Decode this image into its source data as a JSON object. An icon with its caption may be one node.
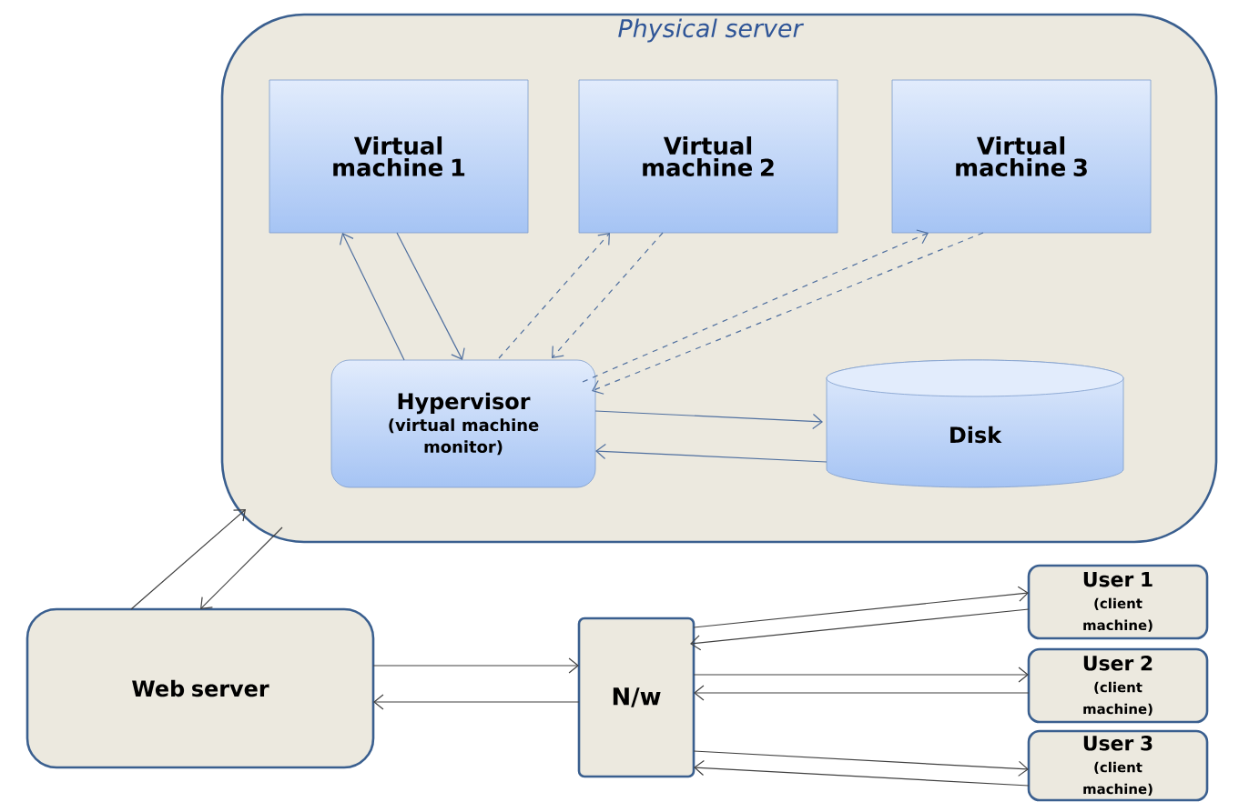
{
  "diagram": {
    "nodes": [
      {
        "text": [
          "Physical server"
        ]
      },
      {
        "text": [
          "Virtual machine 1"
        ],
        "in": 0
      },
      {
        "text": [
          "Virtual machine 2"
        ],
        "in": 0
      },
      {
        "text": [
          "Virtual machine 3"
        ],
        "in": 0
      },
      {
        "text": [
          "Hypervisor",
          "(virtual machine monitor)"
        ],
        "in": 0
      },
      {
        "text": [
          "Disk"
        ],
        "in": 0
      },
      {
        "text": [
          "Web server"
        ]
      },
      {
        "text": [
          "N/w"
        ]
      },
      {
        "text": [
          "User 1",
          "(client machine)"
        ]
      },
      {
        "text": [
          "User 2",
          "(client machine)"
        ]
      },
      {
        "text": [
          "User 3",
          "(client machine)"
        ]
      }
    ],
    "edges": [
      {
        "from": 4,
        "to": 1,
        "arrow": "to",
        "color": "#4f6f9f"
      },
      {
        "from": 1,
        "to": 4,
        "arrow": "to",
        "color": "#4f6f9f"
      },
      {
        "from": 4,
        "to": 2,
        "arrow": "to",
        "style": "dashed",
        "color": "#4f6f9f"
      },
      {
        "from": 2,
        "to": 4,
        "arrow": "to",
        "style": "dashed",
        "color": "#4f6f9f"
      },
      {
        "from": 4,
        "to": 3,
        "arrow": "to",
        "style": "dashed",
        "color": "#4f6f9f"
      },
      {
        "from": 3,
        "to": 4,
        "arrow": "to",
        "style": "dashed",
        "color": "#4f6f9f"
      },
      {
        "from": 4,
        "to": 5,
        "arrow": "to",
        "color": "#4f6f9f"
      },
      {
        "from": 5,
        "to": 4,
        "arrow": "to",
        "color": "#4f6f9f"
      },
      {
        "from": 6,
        "to": 0,
        "arrow": "to"
      },
      {
        "from": 0,
        "to": 6,
        "arrow": "to"
      },
      {
        "from": 6,
        "to": 7,
        "arrow": "to"
      },
      {
        "from": 7,
        "to": 6,
        "arrow": "to"
      },
      {
        "from": 7,
        "to": 8,
        "arrow": "to"
      },
      {
        "from": 8,
        "to": 7,
        "arrow": "to"
      },
      {
        "from": 7,
        "to": 9,
        "arrow": "to"
      },
      {
        "from": 9,
        "to": 7,
        "arrow": "to"
      },
      {
        "from": 7,
        "to": 10,
        "arrow": "to"
      },
      {
        "from": 10,
        "to": 7,
        "arrow": "to"
      }
    ]
  }
}
